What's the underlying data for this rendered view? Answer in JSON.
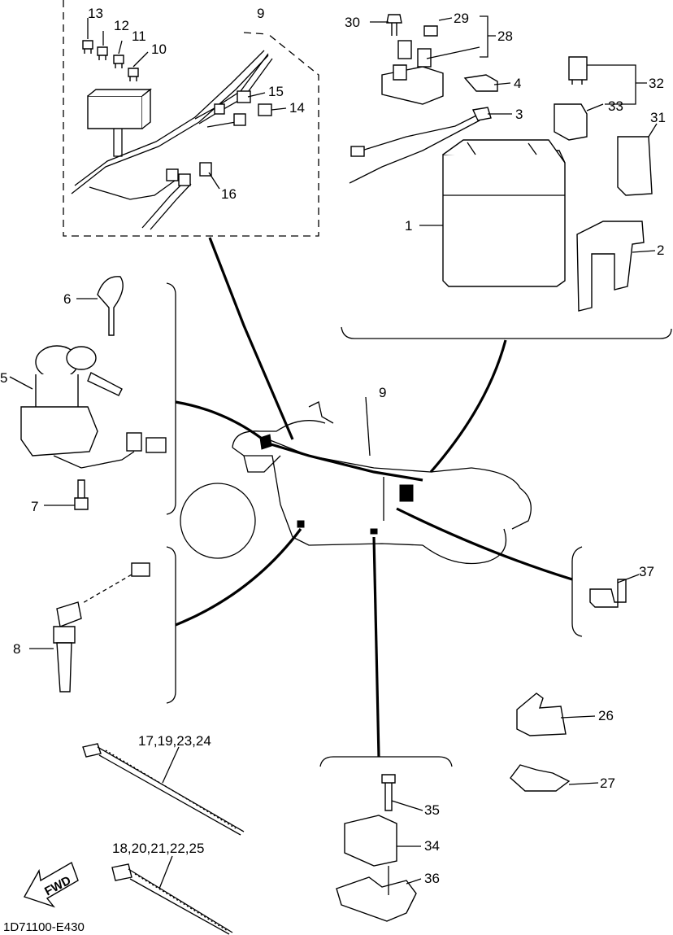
{
  "diagram_code": "1D71100-E430",
  "fwd_label": "FWD",
  "callouts": {
    "c1": "1",
    "c2": "2",
    "c3": "3",
    "c4": "4",
    "c5": "5",
    "c6": "6",
    "c7": "7",
    "c8": "8",
    "c9_top": "9",
    "c9_main": "9",
    "c10": "10",
    "c11": "11",
    "c12": "12",
    "c13": "13",
    "c14": "14",
    "c15": "15",
    "c16": "16",
    "c17": "17,19,23,24",
    "c18": "18,20,21,22,25",
    "c26": "26",
    "c27": "27",
    "c28": "28",
    "c29": "29",
    "c30": "30",
    "c31": "31",
    "c32": "32",
    "c33": "33",
    "c34": "34",
    "c35": "35",
    "c36": "36",
    "c37": "37"
  }
}
